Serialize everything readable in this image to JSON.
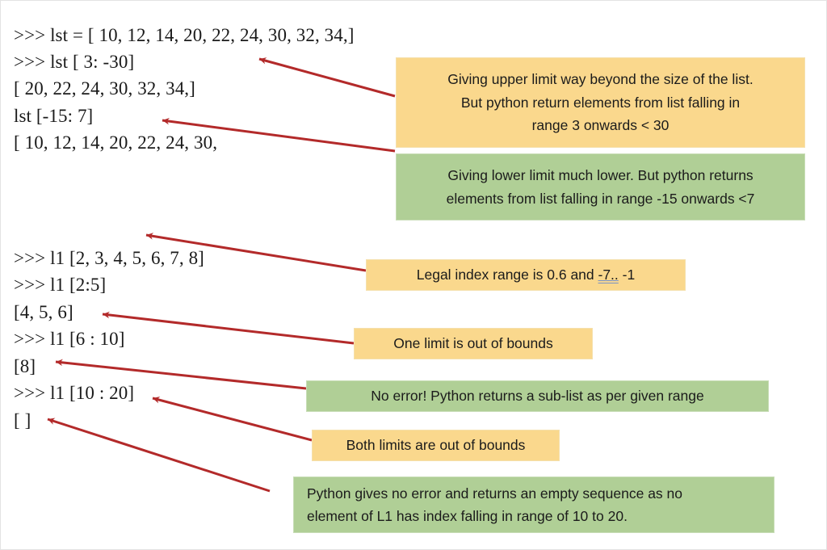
{
  "document": {
    "title": "Python List Slicing Illustration",
    "background_color": "#ffffff",
    "accent_orange": "#fad88d",
    "accent_green": "#b0cf96",
    "arrow_color": "#b32a2a",
    "code_color": "#1a1a1a"
  },
  "code_block_top": {
    "lines": [
      {
        "id": "t1",
        "text": ">>> lst = [ 10, 12, 14, 20, 22, 24, 30, 32, 34,]"
      },
      {
        "id": "t2",
        "text": ">>> lst [ 3: -30]"
      },
      {
        "id": "t3",
        "text": "[ 20, 22, 24, 30, 32, 34,]"
      },
      {
        "id": "t4",
        "text": "lst [-15: 7]"
      },
      {
        "id": "t5",
        "text": "[ 10, 12, 14, 20, 22, 24, 30,"
      }
    ]
  },
  "code_block_bottom": {
    "lines": [
      {
        "id": "b1",
        "text": ">>> l1 [2, 3, 4, 5, 6, 7, 8]"
      },
      {
        "id": "b2",
        "text": ">>> l1 [2:5]"
      },
      {
        "id": "b3",
        "text": "[4, 5, 6]"
      },
      {
        "id": "b4",
        "text": ">>> l1 [6 : 10]"
      },
      {
        "id": "b5",
        "text": "[8]"
      },
      {
        "id": "b6",
        "text": ">>> l1 [10 : 20]"
      },
      {
        "id": "b7",
        "text": "[ ]"
      }
    ]
  },
  "callouts": {
    "upper_limit": {
      "color": "orange",
      "lines": [
        "Giving upper limit way beyond the size of the list.",
        "But python return elements from list falling in",
        "range 3 onwards < 30"
      ]
    },
    "lower_limit": {
      "color": "green",
      "lines": [
        "Giving lower limit much lower. But python returns",
        "elements from list falling in range -15 onwards <7"
      ]
    },
    "legal_index_range": {
      "color": "orange",
      "prefix": "Legal index range is 0.6 and ",
      "flagged": "-7..",
      "suffix": " -1"
    },
    "one_limit": {
      "color": "orange",
      "lines": [
        "One limit is out of bounds"
      ]
    },
    "no_error": {
      "color": "green",
      "lines": [
        "No error! Python returns a sub-list as per given range"
      ]
    },
    "both_limits": {
      "color": "orange",
      "lines": [
        "Both limits are out of bounds"
      ]
    },
    "empty_sequence": {
      "color": "green",
      "lines": [
        "Python gives no error and returns an empty sequence as no",
        "element of L1 has index falling in range of 10 to 20."
      ]
    }
  },
  "arrows": [
    {
      "id": "a1",
      "from_callout": "upper_limit",
      "to_line": "t1"
    },
    {
      "id": "a2",
      "from_callout": "lower_limit",
      "to_line": "t4"
    },
    {
      "id": "a3",
      "from_callout": "legal_index_range",
      "to_line": "b1"
    },
    {
      "id": "a4",
      "from_callout": "one_limit",
      "to_line": "b3"
    },
    {
      "id": "a5",
      "from_callout": "no_error",
      "to_line": "b5"
    },
    {
      "id": "a6",
      "from_callout": "both_limits",
      "to_line": "b6"
    },
    {
      "id": "a7",
      "from_callout": "empty_sequence",
      "to_line": "b7"
    }
  ]
}
